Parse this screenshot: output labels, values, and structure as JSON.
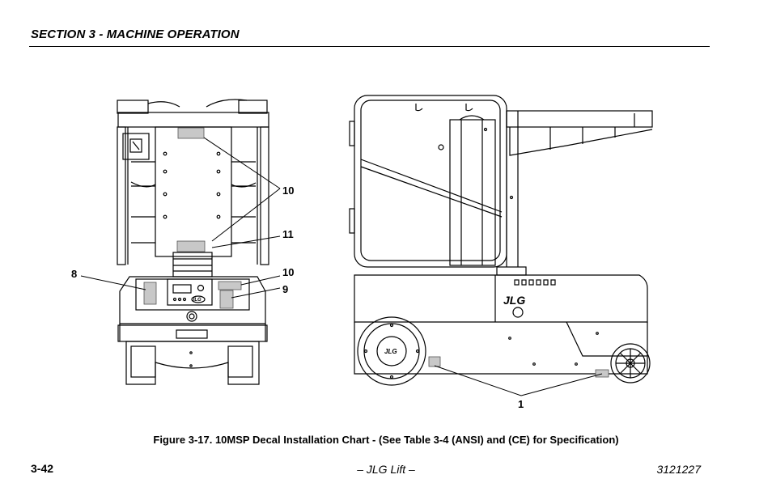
{
  "header": {
    "section_title": "SECTION 3 - MACHINE OPERATION"
  },
  "figure": {
    "caption": "Figure 3-17. 10MSP Decal Installation Chart - (See Table 3-4 (ANSI) and (CE) for Specification)",
    "callouts": {
      "c8": "8",
      "c10_top": "10",
      "c11": "11",
      "c10_mid": "10",
      "c9": "9",
      "c1": "1"
    },
    "logo_front": "JLG",
    "logo_side": "JLG",
    "logo_wheel": "JLG"
  },
  "footer": {
    "page_number": "3-42",
    "center": "– JLG Lift –",
    "doc_number": "3121227"
  }
}
